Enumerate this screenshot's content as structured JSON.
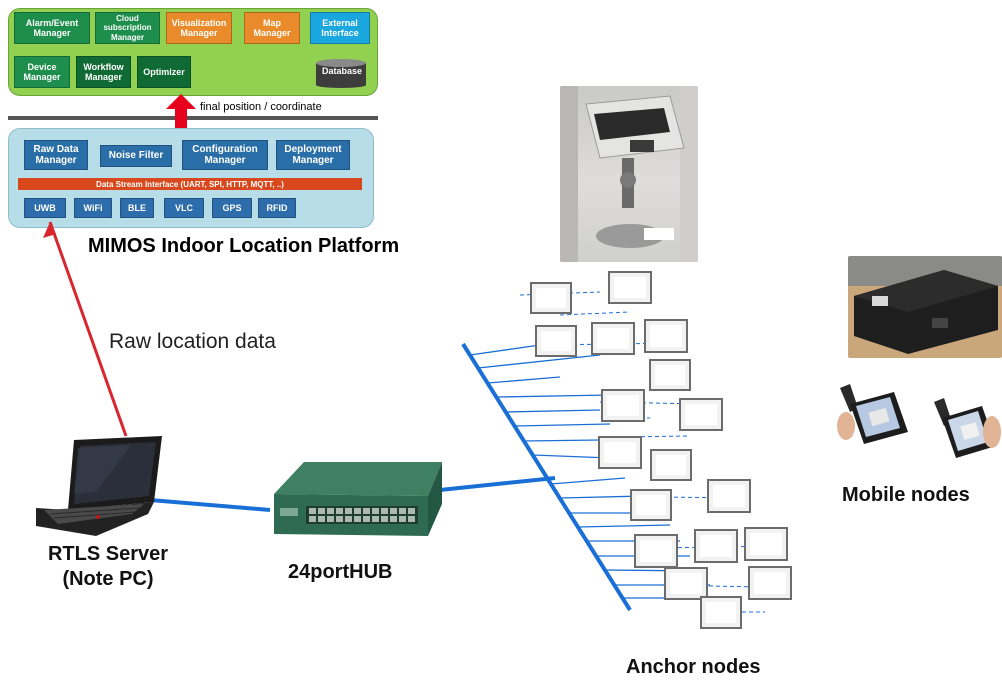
{
  "platform": {
    "title": "MIMOS Indoor Location Platform",
    "top_modules": {
      "alarm": "Alarm/Event Manager",
      "cloud": "Cloud subscription Manager",
      "visualization": "Visualization Manager",
      "map": "Map Manager",
      "external": "External Interface",
      "device": "Device Manager",
      "workflow": "Workflow Manager",
      "optimizer": "Optimizer",
      "database": "Database"
    },
    "arrow_label": "final position / coordinate",
    "bottom_modules": {
      "raw": "Raw Data Manager",
      "noise": "Noise Filter",
      "config": "Configuration Manager",
      "deploy": "Deployment Manager"
    },
    "stream_interface": "Data Stream Interface (UART, SPI,  HTTP, MQTT, ..)",
    "protocols": [
      "UWB",
      "WiFi",
      "BLE",
      "VLC",
      "GPS",
      "RFID"
    ]
  },
  "labels": {
    "raw_location": "Raw location data",
    "server_line1": "RTLS Server",
    "server_line2": "(Note PC)",
    "hub": "24portHUB",
    "anchor": "Anchor nodes",
    "mobile": "Mobile nodes"
  },
  "colors": {
    "top_panel": "#92d050",
    "bottom_panel": "#b7dee8",
    "stream_bar": "#d8481c",
    "arrow_red": "#e6001e",
    "network_blue": "#1a6fd6"
  }
}
